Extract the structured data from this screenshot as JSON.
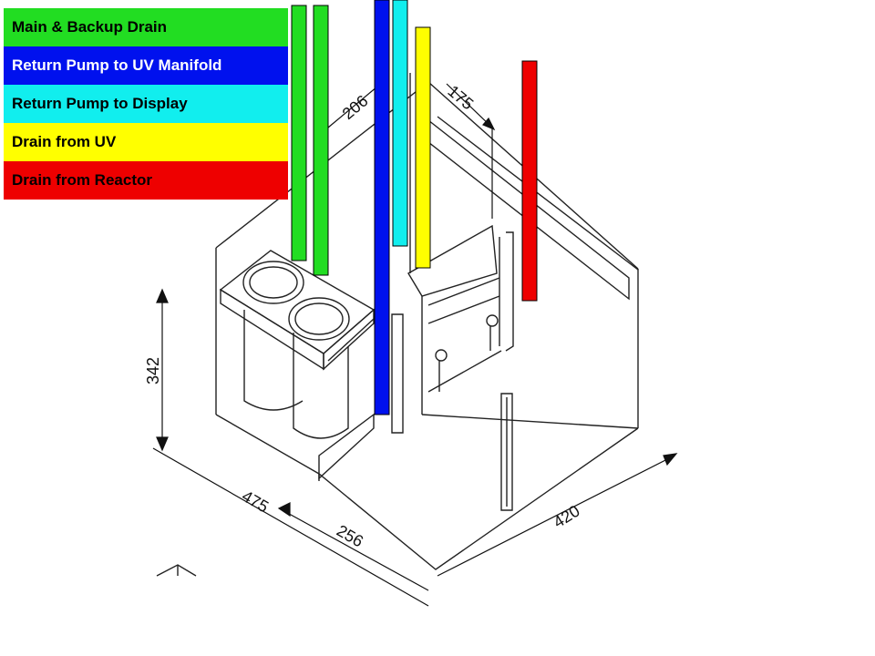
{
  "legend": [
    {
      "label": "Main & Backup Drain",
      "color": "#22dd22",
      "text_color": "#000000"
    },
    {
      "label": "Return Pump to UV Manifold",
      "color": "#0011ee",
      "text_color": "#ffffff"
    },
    {
      "label": "Return Pump to Display",
      "color": "#11eeee",
      "text_color": "#000000"
    },
    {
      "label": "Drain from UV",
      "color": "#ffff00",
      "text_color": "#000000"
    },
    {
      "label": "Drain from Reactor",
      "color": "#ee0000",
      "text_color": "#000000"
    }
  ],
  "dimensions": {
    "d206": "206",
    "d175": "175",
    "d342": "342",
    "d475": "475",
    "d256": "256",
    "d420": "420"
  }
}
